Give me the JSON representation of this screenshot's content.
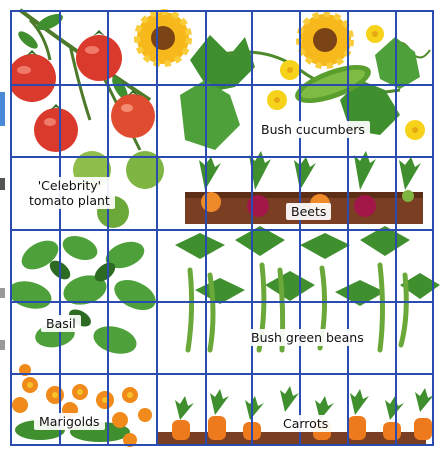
{
  "garden": {
    "labels": {
      "tomato": "'Celebrity'\ntomato plant",
      "cucumber": "Bush cucumbers",
      "beets": "Beets",
      "basil": "Basil",
      "beans": "Bush green beans",
      "marigolds": "Marigolds",
      "carrots": "Carrots"
    },
    "colors": {
      "grid": "#2a4bb0",
      "leaf": "#3f8f2f",
      "leaf_dark": "#2d6b22",
      "tomato": "#d93a2b",
      "sunflower": "#f6b81a",
      "soil": "#7a3f22",
      "beet": "#a3164a",
      "carrot": "#ee7a1e",
      "marigold": "#f08a1a",
      "cucumber": "#5a9e2e"
    }
  }
}
